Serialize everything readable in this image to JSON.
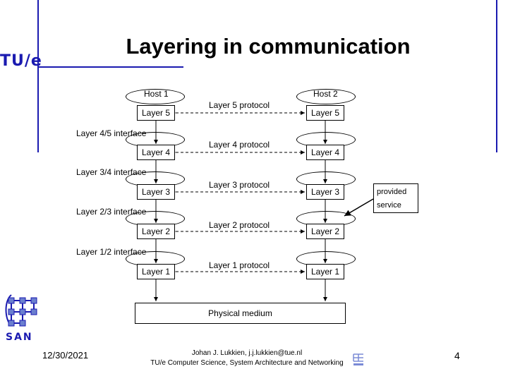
{
  "logo": {
    "text": "TU/e"
  },
  "slide": {
    "title": "Layering in communication"
  },
  "diagram": {
    "host1": "Host 1",
    "host2": "Host 2",
    "layers": [
      "Layer 5",
      "Layer 4",
      "Layer 3",
      "Layer 2",
      "Layer 1"
    ],
    "protocols": [
      "Layer 5 protocol",
      "Layer 4 protocol",
      "Layer 3 protocol",
      "Layer 2 protocol",
      "Layer 1 protocol"
    ],
    "interfaces": [
      "Layer 4/5 interface",
      "Layer 3/4 interface",
      "Layer 2/3 interface",
      "Layer 1/2 interface"
    ],
    "medium": "Physical medium",
    "callout": [
      "provided",
      "service"
    ]
  },
  "san_logo": {
    "text": "SAN"
  },
  "footer": {
    "date": "12/30/2021",
    "author_line1": "Johan J. Lukkien, j.j.lukkien@tue.nl",
    "author_line2": "TU/e Computer Science, System Architecture and Networking",
    "page": "4"
  },
  "colors": {
    "accent": "#1a1ab0"
  }
}
